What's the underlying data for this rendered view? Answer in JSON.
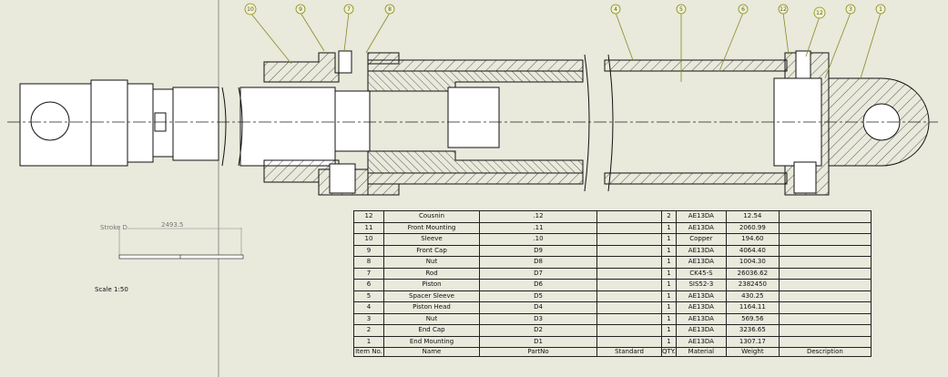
{
  "balloons": [
    "10",
    "9",
    "7",
    "8",
    "4",
    "5",
    "6",
    "12",
    "12",
    "3",
    "1"
  ],
  "detail": {
    "label": "Stroke D",
    "dimension": "2493.5",
    "scale": "Scale 1:50"
  },
  "bom": {
    "headers": [
      "Item No.",
      "Name",
      "PartNo",
      "Standard",
      "QTY.",
      "Material",
      "Weight",
      "Description"
    ],
    "rows": [
      [
        "12",
        "Cousnin",
        ".12",
        "",
        "2",
        "AE13DA",
        "12.54",
        ""
      ],
      [
        "11",
        "Front Mounting",
        ".11",
        "",
        "1",
        "AE13DA",
        "2060.99",
        ""
      ],
      [
        "10",
        "Sleeve",
        ".10",
        "",
        "1",
        "Copper",
        "194.60",
        ""
      ],
      [
        "9",
        "Front Cap",
        "D9",
        "",
        "1",
        "AE13DA",
        "4064.40",
        ""
      ],
      [
        "8",
        "Nut",
        "D8",
        "",
        "1",
        "AE13DA",
        "1004.30",
        ""
      ],
      [
        "7",
        "Rod",
        "D7",
        "",
        "1",
        "CK45-S",
        "26036.62",
        ""
      ],
      [
        "6",
        "Piston",
        "D6",
        "",
        "1",
        "SIS52-3",
        "2382450",
        ""
      ],
      [
        "5",
        "Spacer Sleeve",
        "D5",
        "",
        "1",
        "AE13DA",
        "430.25",
        ""
      ],
      [
        "4",
        "Piston Head",
        "D4",
        "",
        "1",
        "AE13DA",
        "1164.11",
        ""
      ],
      [
        "3",
        "Nut",
        "D3",
        "",
        "1",
        "AE13DA",
        "569.56",
        ""
      ],
      [
        "2",
        "End Cap",
        "D2",
        "",
        "1",
        "AE13DA",
        "3236.65",
        ""
      ],
      [
        "1",
        "End Mounting",
        "D1",
        "",
        "1",
        "AE13DA",
        "1307.17",
        ""
      ]
    ]
  }
}
